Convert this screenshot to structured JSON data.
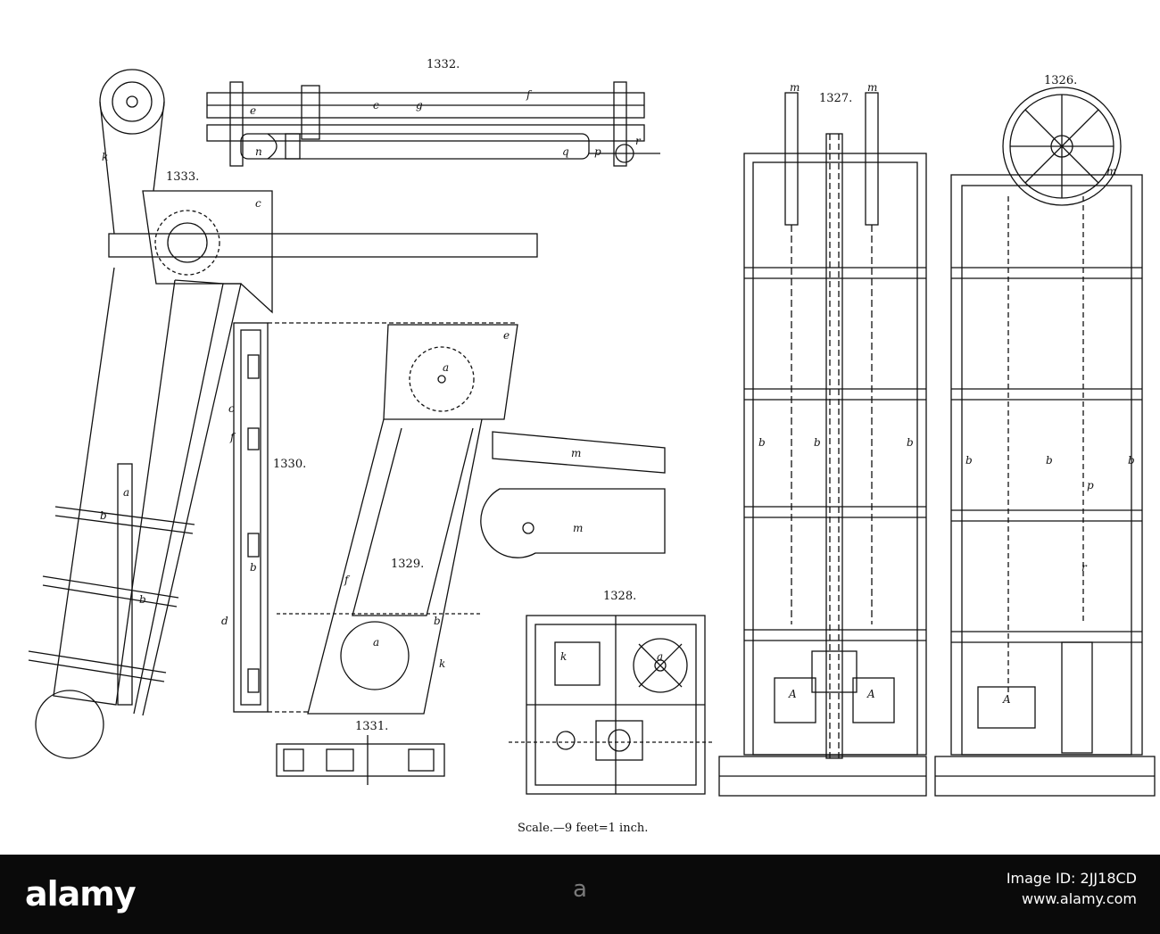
{
  "figures": {
    "f1326": "1326.",
    "f1327": "1327.",
    "f1328": "1328.",
    "f1329": "1329.",
    "f1330": "1330.",
    "f1331": "1331.",
    "f1332": "1332.",
    "f1333": "1333."
  },
  "scale_caption": "Scale.—9 feet=1 inch.",
  "watermark": {
    "brand": "alamy",
    "image_id": "Image ID: 2JJ18CD",
    "url": "www.alamy.com",
    "center_mark": "a"
  },
  "colors": {
    "ink": "#111111",
    "paper": "#ffffff",
    "footer": "#0a0a0a"
  }
}
